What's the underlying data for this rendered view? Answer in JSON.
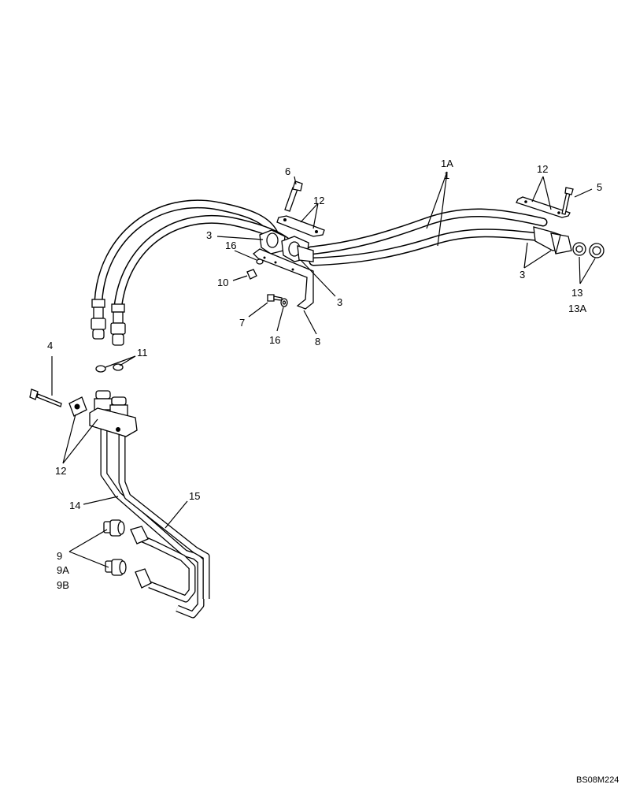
{
  "diagram": {
    "callouts": [
      {
        "id": "c1A",
        "text": "1A"
      },
      {
        "id": "c1",
        "text": "1"
      },
      {
        "id": "c12a",
        "text": "12"
      },
      {
        "id": "c5",
        "text": "5"
      },
      {
        "id": "c6",
        "text": "6"
      },
      {
        "id": "c12b",
        "text": "12"
      },
      {
        "id": "c3a",
        "text": "3"
      },
      {
        "id": "c16a",
        "text": "16"
      },
      {
        "id": "c10",
        "text": "10"
      },
      {
        "id": "c3b",
        "text": "3"
      },
      {
        "id": "c7",
        "text": "7"
      },
      {
        "id": "c16b",
        "text": "16"
      },
      {
        "id": "c8",
        "text": "8"
      },
      {
        "id": "c3c",
        "text": "3"
      },
      {
        "id": "c13",
        "text": "13"
      },
      {
        "id": "c13A",
        "text": "13A"
      },
      {
        "id": "c4",
        "text": "4"
      },
      {
        "id": "c11",
        "text": "11"
      },
      {
        "id": "c12c",
        "text": "12"
      },
      {
        "id": "c14",
        "text": "14"
      },
      {
        "id": "c15",
        "text": "15"
      },
      {
        "id": "c9",
        "text": "9"
      },
      {
        "id": "c9A",
        "text": "9A"
      },
      {
        "id": "c9B",
        "text": "9B"
      }
    ],
    "drawing_code": "BS08M224"
  }
}
